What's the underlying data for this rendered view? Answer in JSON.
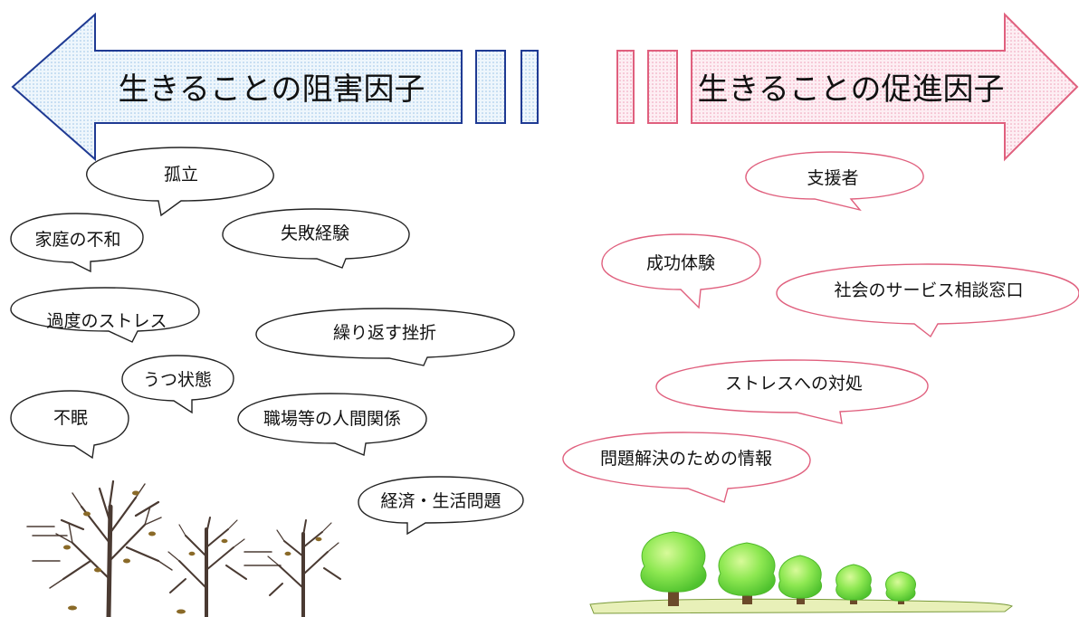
{
  "left_arrow": {
    "title": "生きることの阻害因子",
    "stroke": "#1f3a93",
    "fill": "#e3f0fa"
  },
  "right_arrow": {
    "title": "生きることの促進因子",
    "stroke": "#e0607e",
    "fill": "#fde8ee"
  },
  "inhibiting_factors": [
    "孤立",
    "家庭の不和",
    "失敗経験",
    "過度のストレス",
    "繰り返す挫折",
    "うつ状態",
    "不眠",
    "職場等の人間関係",
    "経済・生活問題"
  ],
  "promoting_factors": [
    "支援者",
    "成功体験",
    "社会のサービス相談窓口",
    "ストレスへの対処",
    "問題解決のための情報"
  ],
  "colors": {
    "bare_tree": "#4a3a32",
    "dead_leaf": "#8a6a28",
    "green_tree": "#7ee04a",
    "green_tree_light": "#c9f58a",
    "grass": "#e8f0b8"
  }
}
